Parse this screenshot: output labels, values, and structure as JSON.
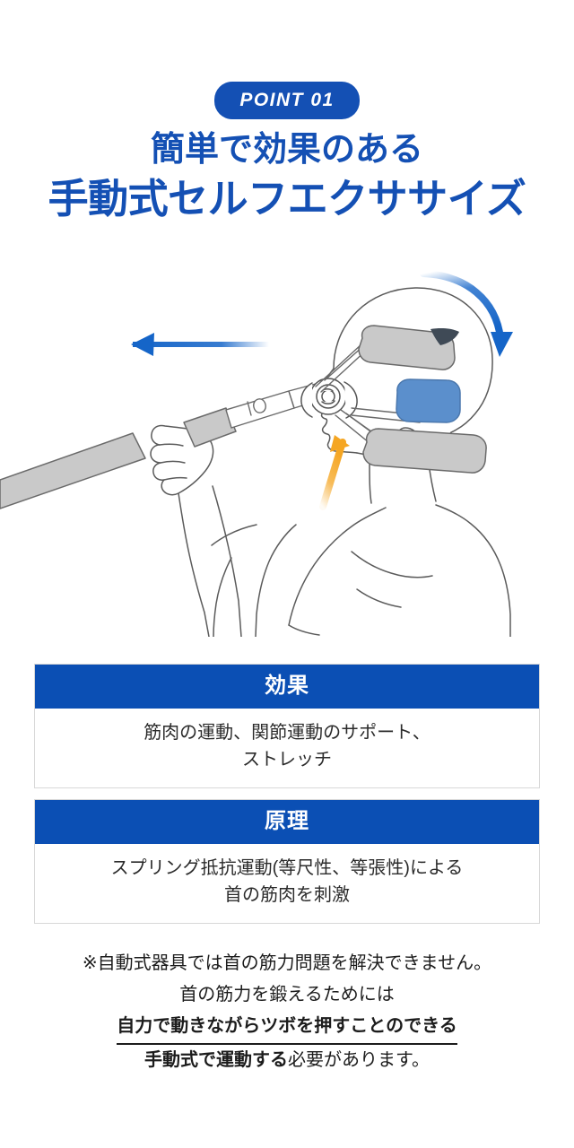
{
  "colors": {
    "brand_blue": "#1450B4",
    "table_header_blue": "#0B4FB4",
    "arrow_blue": "#1565C8",
    "arrow_orange": "#F5A623",
    "pad_blue": "#5B8FCC",
    "pad_gray": "#C9C9C9",
    "outline_gray": "#555555",
    "text_dark": "#1C1C1C",
    "page_background": "#FFFFFF"
  },
  "badge": {
    "label": "POINT 01"
  },
  "headline": {
    "line1": "簡単で効果のある",
    "line2": "手動式セルフエクササイズ"
  },
  "illustration": {
    "alt": "手動式ネックエクササイズ器具を使う人物のイラスト",
    "arrows": [
      {
        "name": "head-rotation-arrow",
        "color": "#1565C8",
        "direction": "curved-down-right"
      },
      {
        "name": "pull-direction-arrow",
        "color": "#1565C8",
        "direction": "left"
      },
      {
        "name": "resistance-arrow",
        "color": "#F5A623",
        "direction": "up-right"
      }
    ],
    "parts": [
      {
        "name": "upper-neck-pad",
        "color": "#C9C9C9"
      },
      {
        "name": "lower-neck-pad",
        "color": "#C9C9C9"
      },
      {
        "name": "chin-support-pad",
        "color": "#5B8FCC"
      },
      {
        "name": "handle-bar",
        "color": "#C9C9C9"
      },
      {
        "name": "spring-hinge",
        "color": "#FFFFFF"
      }
    ]
  },
  "tables": [
    {
      "id": "effect",
      "header": "効果",
      "body_line1": "筋肉の運動、関節運動のサポート、",
      "body_line2": "ストレッチ"
    },
    {
      "id": "principle",
      "header": "原理",
      "body_line1": "スプリング抵抗運動(等尺性、等張性)による",
      "body_line2": "首の筋肉を刺激"
    }
  ],
  "footnote": {
    "line1": "※自動式器具では首の筋力問題を解決できません。",
    "line2": "首の筋力を鍛えるためには",
    "line3_underlined": "自力で動きながらツボを押すことのできる",
    "line4_strong": "手動式で運動する",
    "line4_rest": "必要があります。"
  }
}
